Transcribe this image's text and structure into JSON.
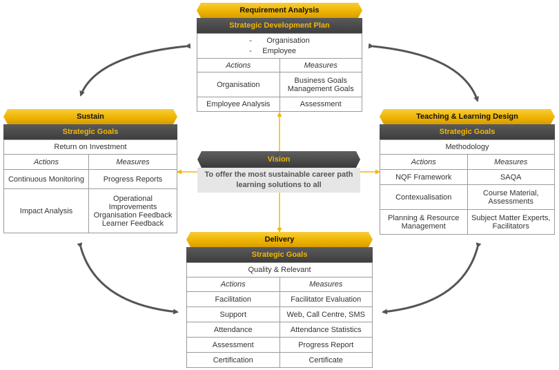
{
  "requirement": {
    "title": "Requirement Analysis",
    "subtitle": "Strategic Development Plan",
    "bullets": [
      "Organisation",
      "Employee"
    ],
    "headers": [
      "Actions",
      "Measures"
    ],
    "rows": [
      [
        "Organisation",
        "Business Goals\nManagement Goals"
      ],
      [
        "Employee Analysis",
        "Assessment"
      ]
    ]
  },
  "sustain": {
    "title": "Sustain",
    "subtitle": "Strategic Goals",
    "goal": "Return on Investment",
    "headers": [
      "Actions",
      "Measures"
    ],
    "rows": [
      [
        "Continuous Monitoring",
        "Progress Reports"
      ],
      [
        "Impact Analysis",
        "Operational\nImprovements\nOrganisation Feedback\nLearner Feedback"
      ]
    ]
  },
  "teaching": {
    "title": "Teaching & Learning Design",
    "subtitle": "Strategic Goals",
    "goal": "Methodology",
    "headers": [
      "Actions",
      "Measures"
    ],
    "rows": [
      [
        "NQF Framework",
        "SAQA"
      ],
      [
        "Contexualisation",
        "Course Material,\nAssessments"
      ],
      [
        "Planning & Resource\nManagement",
        "Subject Matter Experts,\nFacilitators"
      ]
    ]
  },
  "vision": {
    "title": "Vision",
    "text": "To offer the most sustainable career path learning solutions to all"
  },
  "delivery": {
    "title": "Delivery",
    "subtitle": "Strategic Goals",
    "goal": "Quality & Relevant",
    "headers": [
      "Actions",
      "Measures"
    ],
    "rows": [
      [
        "Facilitation",
        "Facilitator Evaluation"
      ],
      [
        "Support",
        "Web, Call Centre, SMS"
      ],
      [
        "Attendance",
        "Attendance Statistics"
      ],
      [
        "Assessment",
        "Progress Report"
      ],
      [
        "Certification",
        "Certificate"
      ]
    ]
  },
  "colors": {
    "accent": "#f2b705",
    "dark": "#444444",
    "connector": "#555555"
  }
}
